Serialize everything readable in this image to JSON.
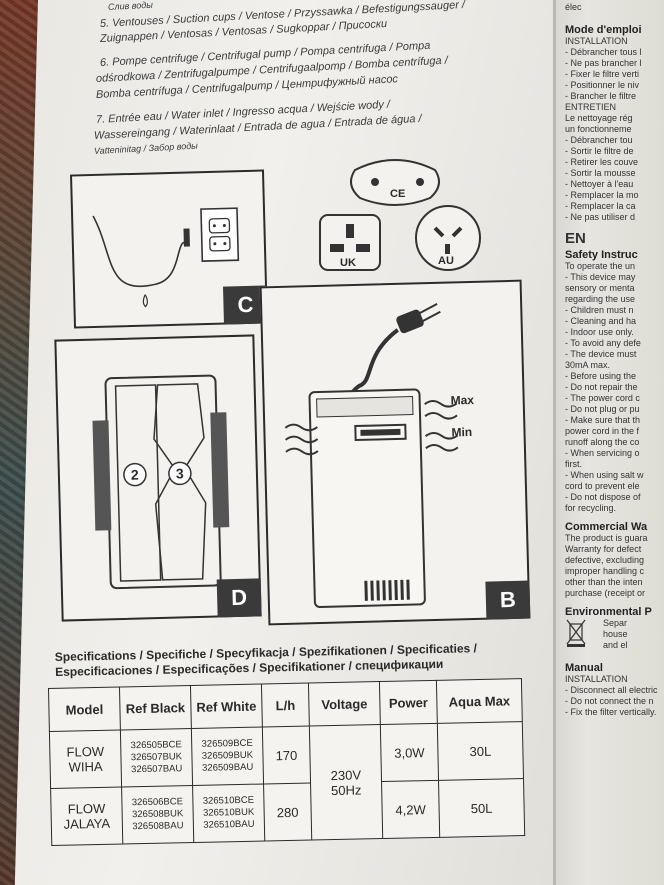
{
  "header_lines": [
    "Слив воды",
    "5. Ventouses / Suction cups / Ventose / Przyssawka / Befestigungssauger /",
    "Zuignappen / Ventosas / Ventosas / Sugkoppar / Присоски",
    "6. Pompe centrifuge / Centrifugal pump / Pompa centrifuga / Pompa",
    "odśrodkowa / Zentrifugalpumpe / Centrifugaalpomp / Bomba centrífuga /",
    "Bomba centrífuga / Centrifugalpump / Центрифужный насос",
    "7. Entrée eau / Water inlet / Ingresso acqua / Wejście wody /",
    "Wassereingang / Waterinlaat / Entrada de agua / Entrada de água /",
    "Vatteninitag / Забор воды"
  ],
  "panels": {
    "c": {
      "tag": "C"
    },
    "d": {
      "tag": "D",
      "part2": "2",
      "part3": "3"
    },
    "b": {
      "tag": "B",
      "max": "Max",
      "min": "Min"
    },
    "plugs": {
      "ce": "CE",
      "uk": "UK",
      "au": "AU"
    }
  },
  "specs": {
    "title_line1": "Specifications / Specifiche / Specyfikacja / Spezifikationen / Specificaties /",
    "title_line2": "Especificaciones / Especificações / Specifikationer / спецификации",
    "headers": [
      "Model",
      "Ref Black",
      "Ref White",
      "L/h",
      "Voltage",
      "Power",
      "Aqua Max"
    ],
    "rows": [
      {
        "model": "FLOW WIHA",
        "ref_black": [
          "326505BCE",
          "326507BUK",
          "326507BAU"
        ],
        "ref_white": [
          "326509BCE",
          "326509BUK",
          "326509BAU"
        ],
        "lh": "170",
        "power": "3,0W",
        "aqua": "30L"
      },
      {
        "model": "FLOW JALAYA",
        "ref_black": [
          "326506BCE",
          "326508BUK",
          "326508BAU"
        ],
        "ref_white": [
          "326510BCE",
          "326510BUK",
          "326510BAU"
        ],
        "lh": "280",
        "power": "4,2W",
        "aqua": "50L"
      }
    ],
    "voltage": "230V 50Hz"
  },
  "right_column": {
    "top": [
      "élec"
    ],
    "mode_title": "Mode d'emploi",
    "mode_lines": [
      "INSTALLATION",
      "- Débrancher tous l",
      "- Ne pas brancher l",
      "- Fixer le filtre verti",
      "- Positionner le niv",
      "- Brancher le filtre",
      "ENTRETIEN",
      "Le nettoyage rég",
      "un fonctionneme",
      "- Débrancher tou",
      "- Sortir le filtre de",
      "- Retirer les couve",
      "- Sortir la mousse",
      "- Nettoyer à l'eau",
      "- Remplacer la mo",
      "- Remplacer la ca",
      "- Ne pas utiliser d"
    ],
    "en": "EN",
    "safety_title": "Safety Instruc",
    "safety_lines": [
      "To operate the un",
      "- This device may",
      "sensory or menta",
      "regarding the use",
      "- Children must n",
      "- Cleaning and ha",
      "- Indoor use only.",
      "- To avoid any defe",
      "- The device must",
      "30mA max.",
      "- Before using the",
      "- Do not repair the",
      "- The power cord c",
      "- Do not plug or pu",
      "- Make sure that th",
      "power cord in the f",
      "runoff along the co",
      "- When servicing o",
      "first.",
      "- When using salt w",
      "cord to prevent ele",
      "- Do not dispose of",
      "for recycling."
    ],
    "commercial_title": "Commercial Wa",
    "commercial_lines": [
      "The product is guara",
      "Warranty for defect",
      "defective, excluding",
      "improper handling c",
      "other than the inten",
      "purchase (receipt or"
    ],
    "env_title": "Environmental P",
    "env_lines": [
      "Separ",
      "house",
      "and el"
    ],
    "manual_title": "Manual",
    "manual_lines": [
      "INSTALLATION",
      "- Disconnect all electric",
      "- Do not connect the n",
      "- Fix the filter vertically."
    ]
  }
}
